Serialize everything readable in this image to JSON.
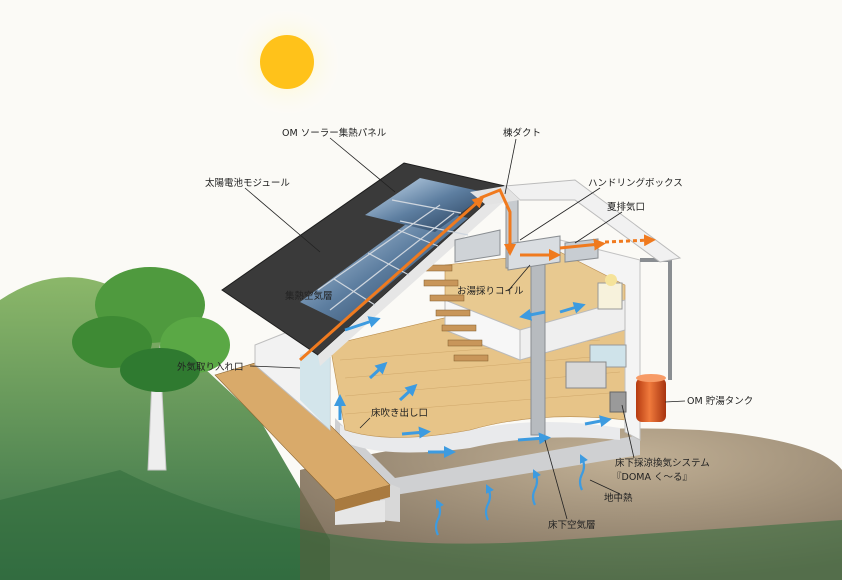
{
  "labels": {
    "solar_panel": "OM ソーラー集熱パネル",
    "ridge_duct": "棟ダクト",
    "handling_box": "ハンドリングボックス",
    "summer_exhaust": "夏排気口",
    "pv_module": "太陽電池モジュール",
    "heat_air_layer": "集熱空気層",
    "hot_water_coil": "お湯採りコイル",
    "outside_air_inlet": "外気取り入れ口",
    "floor_outlet": "床吹き出し口",
    "hot_water_tank": "OM 貯湯タンク",
    "underfloor_vent_system": "床下採涼換気システム",
    "doma_kuru": "『DOMA く～る』",
    "ground_heat": "地中熱",
    "underfloor_air_layer": "床下空気層"
  },
  "colors": {
    "sun": "#ffc21a",
    "warm_arrow": "#f07a1e",
    "cool_arrow": "#3d9be0",
    "roof": "#3a3a3a",
    "tank": "#e0551c",
    "floor": "#e7c488"
  },
  "icons": [
    "sun-icon",
    "tree-icon"
  ]
}
